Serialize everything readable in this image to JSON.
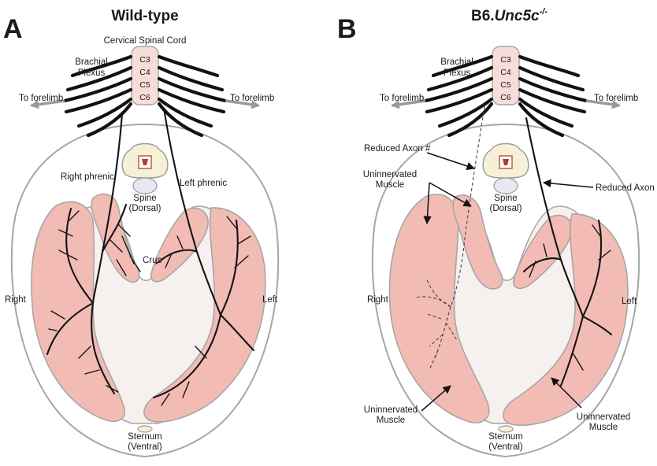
{
  "panel_a": {
    "letter": "A",
    "title": "Wild-type",
    "cord": "Cervical Spinal Cord",
    "segments": [
      "C3",
      "C4",
      "C5",
      "C6"
    ],
    "brachial": [
      "Brachial",
      "Plexus"
    ],
    "forelimb_left": "To forelimb",
    "forelimb_right": "To forelimb",
    "right_phrenic": "Right phrenic",
    "left_phrenic": "Left phrenic",
    "spine": [
      "Spine",
      "(Dorsal)"
    ],
    "crus": "Crus",
    "right": "Right",
    "left": "Left",
    "sternum": [
      "Sternum",
      "(Ventral)"
    ]
  },
  "panel_b": {
    "letter": "B",
    "title_prefix": "B6.",
    "title_gene": "Unc5c",
    "title_sup": "-/-",
    "segments": [
      "C3",
      "C4",
      "C5",
      "C6"
    ],
    "brachial": [
      "Brachial",
      "Plexus"
    ],
    "forelimb_left": "To forelimb",
    "forelimb_right": "To forelimb",
    "reduced_axon_left": "Reduced Axon #",
    "reduced_axon_right": "Reduced Axon #",
    "uninnervated_top": [
      "Uninnervated",
      "Muscle"
    ],
    "uninnervated_bottom_left": [
      "Uninnervated",
      "Muscle"
    ],
    "uninnervated_bottom_right": [
      "Uninnervated",
      "Muscle"
    ],
    "spine": [
      "Spine",
      "(Dorsal)"
    ],
    "right": "Right",
    "left": "Left",
    "sternum": [
      "Sternum",
      "(Ventral)"
    ]
  },
  "colors": {
    "muscle": "#f2bcb4",
    "cord": "#f7ddd8",
    "spine_bone": "#f6f0d6",
    "diaphragm_center": "#f6f1ef"
  }
}
